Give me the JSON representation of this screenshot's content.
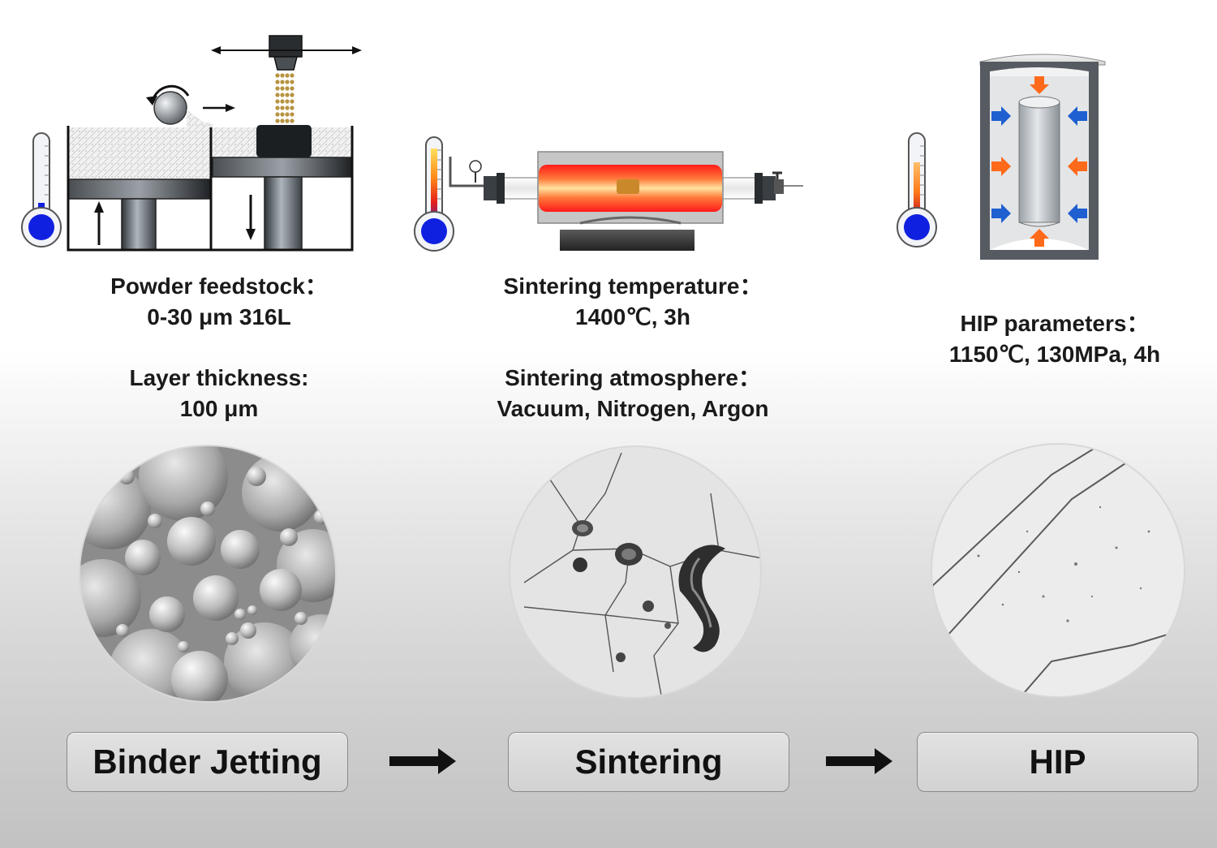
{
  "stages": [
    {
      "id": "binder-jetting",
      "label": "Binder Jetting",
      "params": [
        {
          "title": "Powder feedstock：",
          "value": "0-30 μm 316L"
        },
        {
          "title": "Layer thickness:",
          "value": "100 μm"
        }
      ],
      "micrograph": "powder-particles-sem"
    },
    {
      "id": "sintering",
      "label": "Sintering",
      "params": [
        {
          "title": "Sintering temperature：",
          "value": "1400℃, 3h"
        },
        {
          "title": "Sintering atmosphere：",
          "value": "Vacuum, Nitrogen, Argon"
        }
      ],
      "micrograph": "sintered-microstructure-pores"
    },
    {
      "id": "hip",
      "label": "HIP",
      "params": [
        {
          "title": "HIP parameters：",
          "value": "1150℃, 130MPa, 4h"
        }
      ],
      "micrograph": "hip-dense-microstructure"
    }
  ],
  "icons": [
    "thermometer-icon",
    "printer-schematic-icon",
    "tube-furnace-icon",
    "hip-vessel-icon",
    "right-arrow-icon"
  ],
  "colors": {
    "mercury_blue": "#1020e0",
    "furnace_red": "#ff1a1a",
    "furnace_glow": "#ffcf7a",
    "hip_orange": "#ff6a1a",
    "hip_blue": "#1f5fd0",
    "box_fill": "#d9d9d9",
    "text": "#111111"
  }
}
